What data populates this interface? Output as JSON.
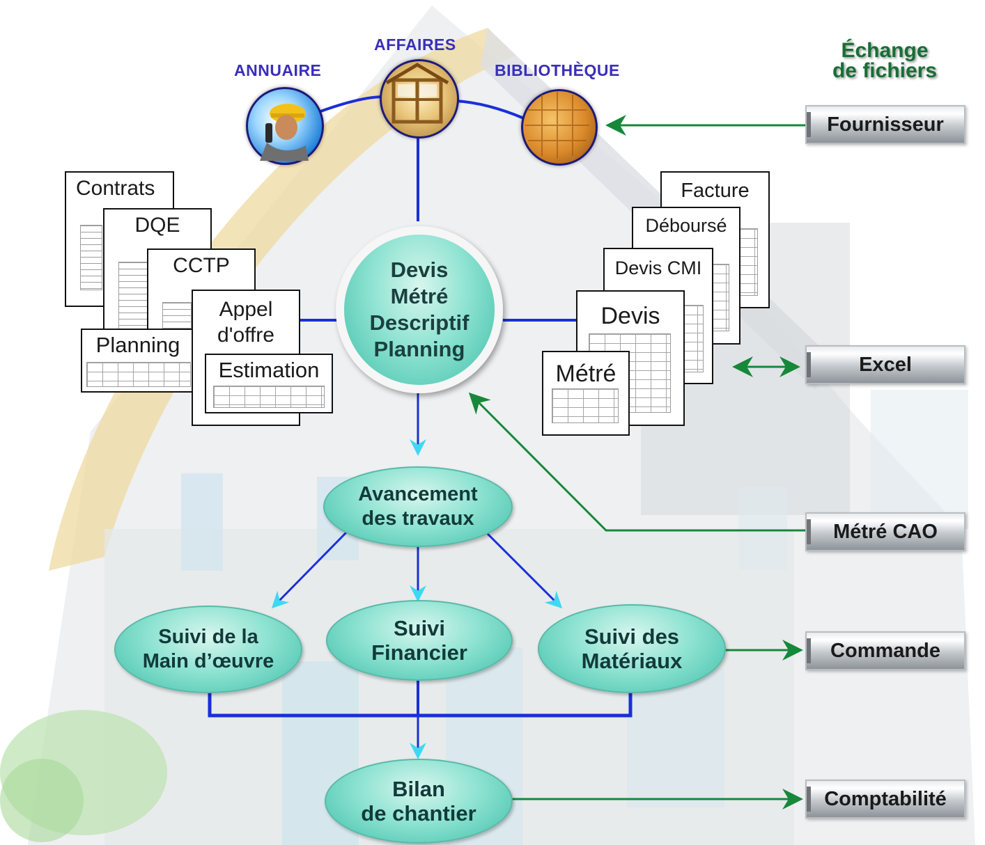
{
  "header": {
    "annuaire": "ANNUAIRE",
    "affaires": "AFFAIRES",
    "bibliotheque": "BIBLIOTHÈQUE",
    "echange_line1": "Échange",
    "echange_line2": "de fichiers"
  },
  "left_documents": {
    "contrats": "Contrats",
    "dqe": "DQE",
    "cctp": "CCTP",
    "appel_line1": "Appel",
    "appel_line2": "d'offre",
    "planning": "Planning",
    "estimation": "Estimation"
  },
  "right_documents": {
    "facture": "Facture",
    "debourse": "Déboursé",
    "devis_cmi": "Devis CMI",
    "devis": "Devis",
    "metre": "Métré"
  },
  "center_node": {
    "lines": [
      "Devis",
      "Métré",
      "Descriptif",
      "Planning"
    ]
  },
  "flow_nodes": {
    "avancement": [
      "Avancement",
      "des travaux"
    ],
    "main_oeuvre": [
      "Suivi de la",
      "Main d’œuvre"
    ],
    "financier": [
      "Suivi",
      "Financier"
    ],
    "materiaux": [
      "Suivi des",
      "Matériaux"
    ],
    "bilan": [
      "Bilan",
      "de chantier"
    ]
  },
  "exchange_boxes": {
    "fournisseur": "Fournisseur",
    "excel": "Excel",
    "metre_cao": "Métré CAO",
    "commande": "Commande",
    "comptabilite": "Comptabilité"
  },
  "colors": {
    "blue_link": "#1a2fd9",
    "cyan_arrow": "#3fd8f2",
    "green_arrow": "#15883a",
    "label_blue": "#3a2fb8",
    "node_teal": "#8fe3d2"
  }
}
